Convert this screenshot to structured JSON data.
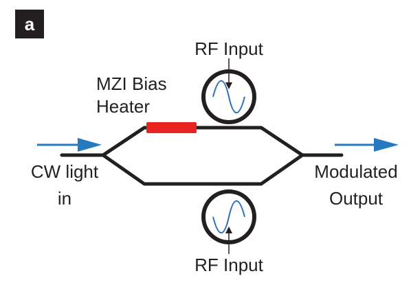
{
  "panel_label": "a",
  "labels": {
    "rf_input_top": "RF Input",
    "rf_input_bottom": "RF Input",
    "heater_line1": "MZI Bias",
    "heater_line2": "Heater",
    "input_line1": "CW light",
    "input_line2": "in",
    "output_line1": "Modulated",
    "output_line2": "Output"
  },
  "colors": {
    "waveguide": "#231f20",
    "heater": "#e8231f",
    "arrow": "#2479bf",
    "sine": "#2e6fb7",
    "panel_bg": "#231f20"
  }
}
